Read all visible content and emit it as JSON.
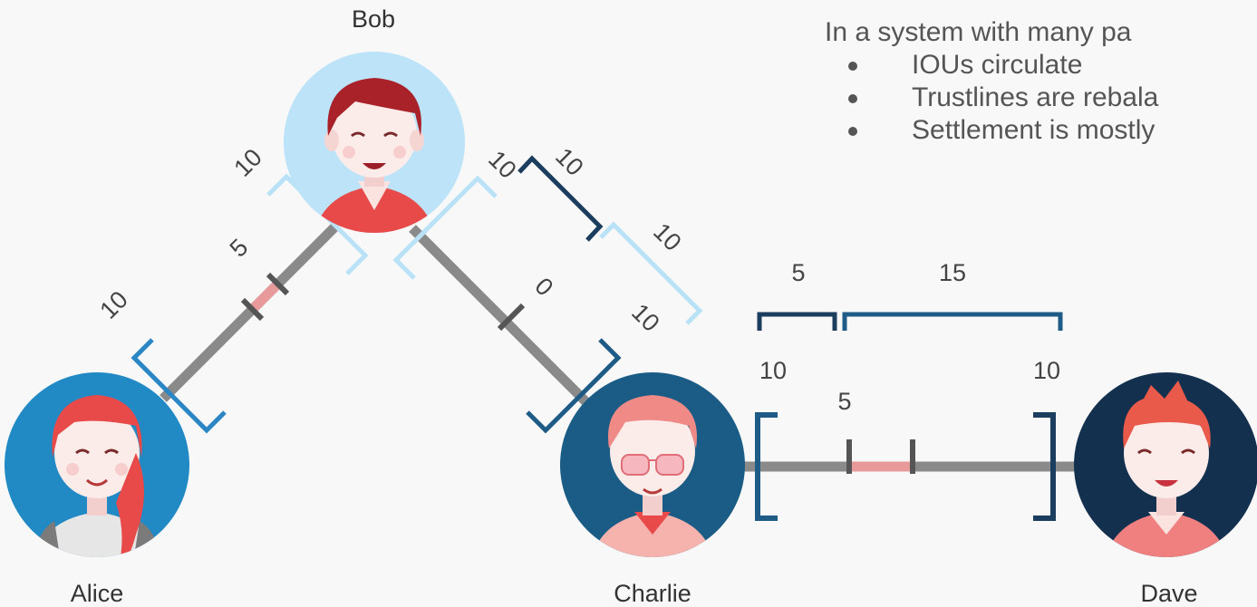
{
  "heading": "In a system with many pa",
  "bullets": [
    "IOUs circulate",
    "Trustlines are rebala",
    "Settlement is mostly"
  ],
  "people": {
    "bob": "Bob",
    "alice": "Alice",
    "charlie": "Charlie",
    "dave": "Dave"
  },
  "trustline_labels": {
    "alice_bob_limit_alice": "10",
    "alice_bob_limit_bob": "10",
    "alice_bob_balance": "5",
    "bob_charlie_limit_bob": "10",
    "bob_charlie_limit_charlie": "10",
    "bob_charlie_balance": "0",
    "bob_charlie_side_top": "10",
    "bob_charlie_side_bottom": "10",
    "charlie_dave_limit_charlie": "10",
    "charlie_dave_limit_dave": "10",
    "charlie_dave_balance": "5",
    "charlie_dave_range_left": "5",
    "charlie_dave_range_right": "15"
  },
  "colors": {
    "background": "#f8f8f8",
    "line": "#8a8a8a",
    "tick": "#555555",
    "balance": "#e89a9a",
    "light_blue": "#b9e2f7",
    "medium_blue": "#2b86c5",
    "dark_blue": "#1b3d5e",
    "mid_blue": "#1e5b86"
  }
}
